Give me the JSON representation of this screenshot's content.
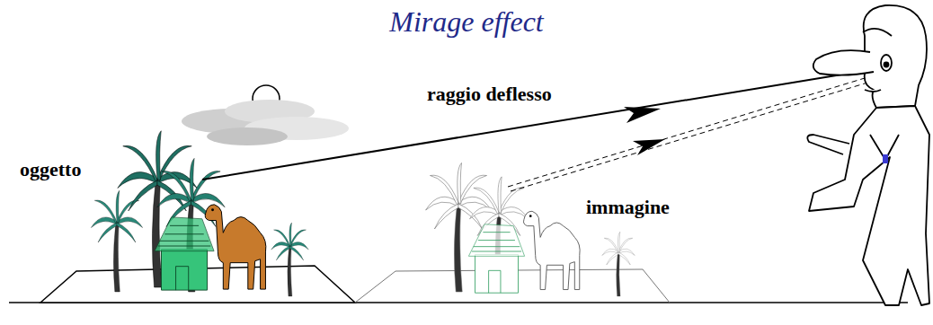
{
  "diagram": {
    "title": "Mirage effect",
    "labels": [
      "raggio deflesso",
      "oggetto",
      "immagine"
    ]
  }
}
